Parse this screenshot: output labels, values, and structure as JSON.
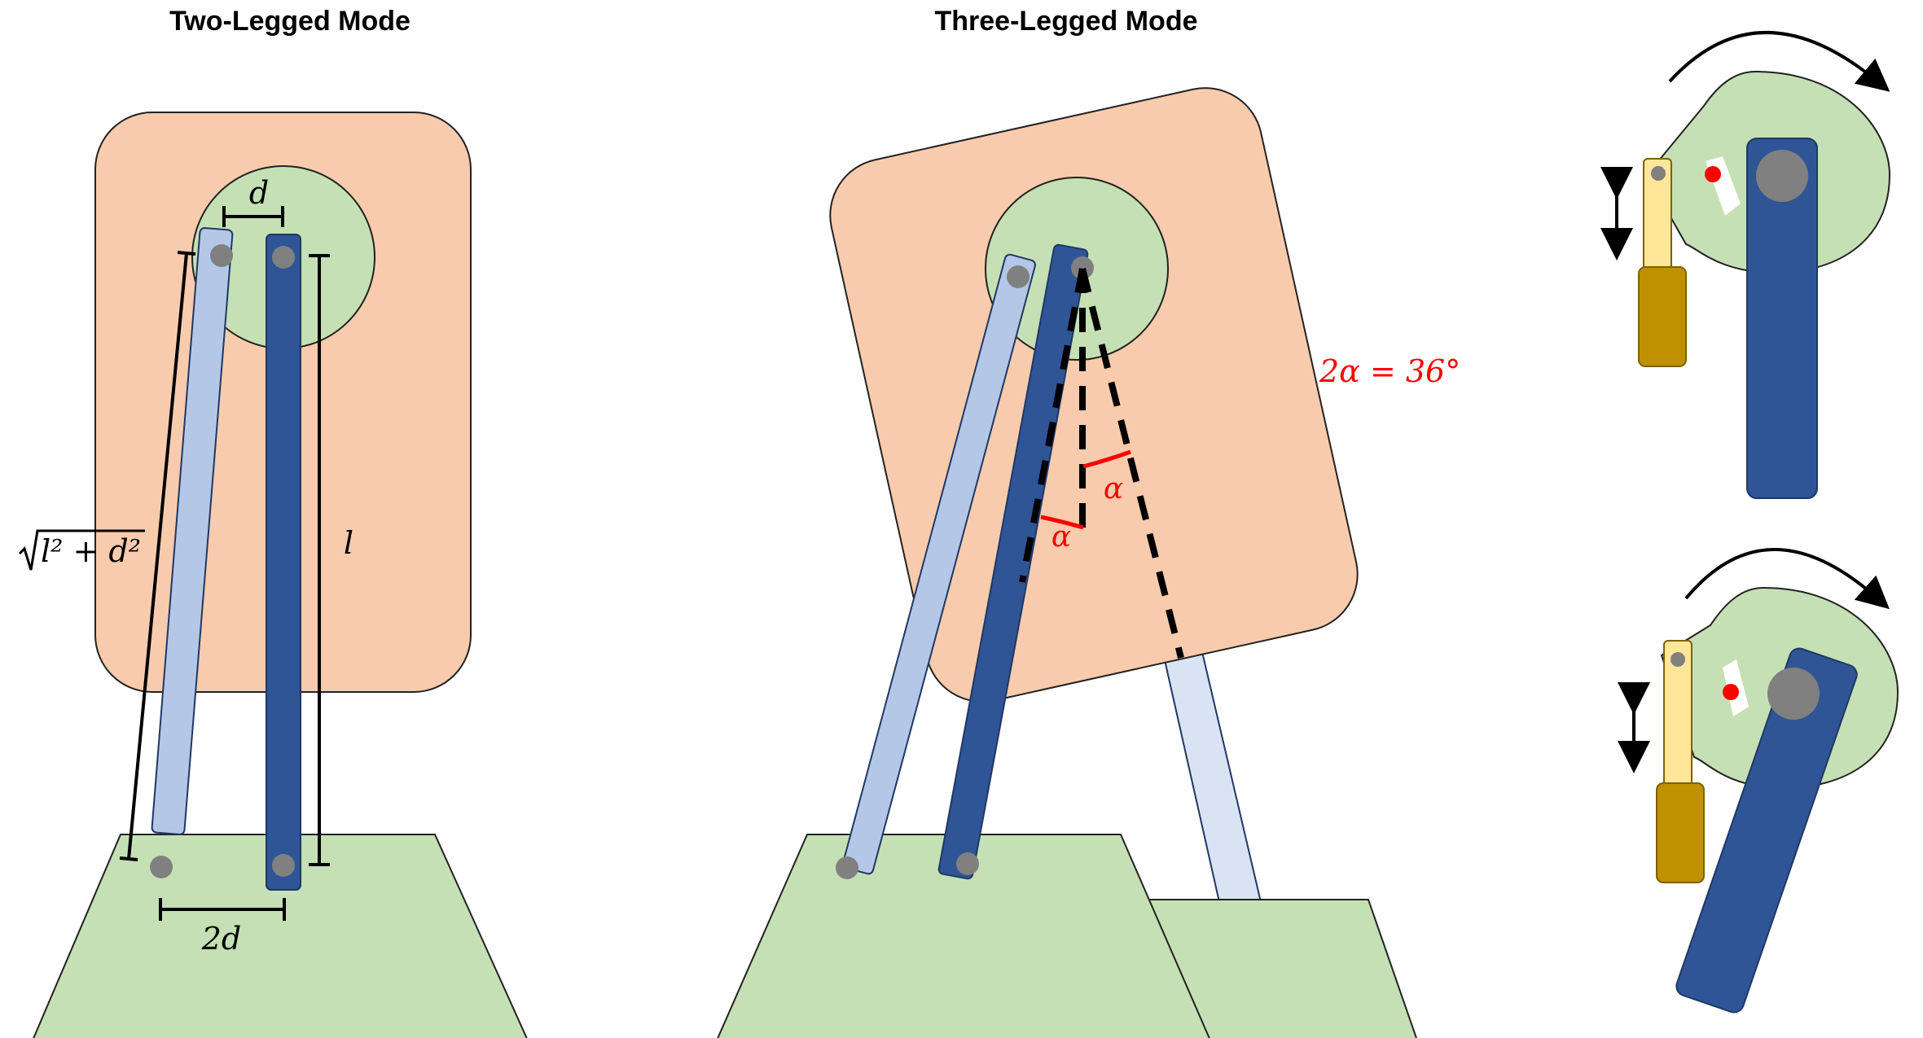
{
  "panels": {
    "two_legged": {
      "title": "Two-Legged Mode",
      "label_d": "d",
      "label_2d": "2d",
      "label_l": "l",
      "label_sqrt": "l² + d²"
    },
    "three_legged": {
      "title": "Three-Legged Mode",
      "label_alpha_1": "α",
      "label_alpha_2": "α",
      "equation": "2α = 36°"
    },
    "mechanism": {
      "states": [
        "top",
        "bottom"
      ]
    }
  },
  "colors": {
    "body": "#f8cbad",
    "ground": "#c5e0b4",
    "leg_dark": "#2f5597",
    "leg_light": "#b4c7e7",
    "leg_pale": "#dae3f3",
    "pin": "#808080",
    "angle": "#ff0000",
    "actuator_rod": "#ffe699",
    "actuator_body": "#bf9000"
  }
}
